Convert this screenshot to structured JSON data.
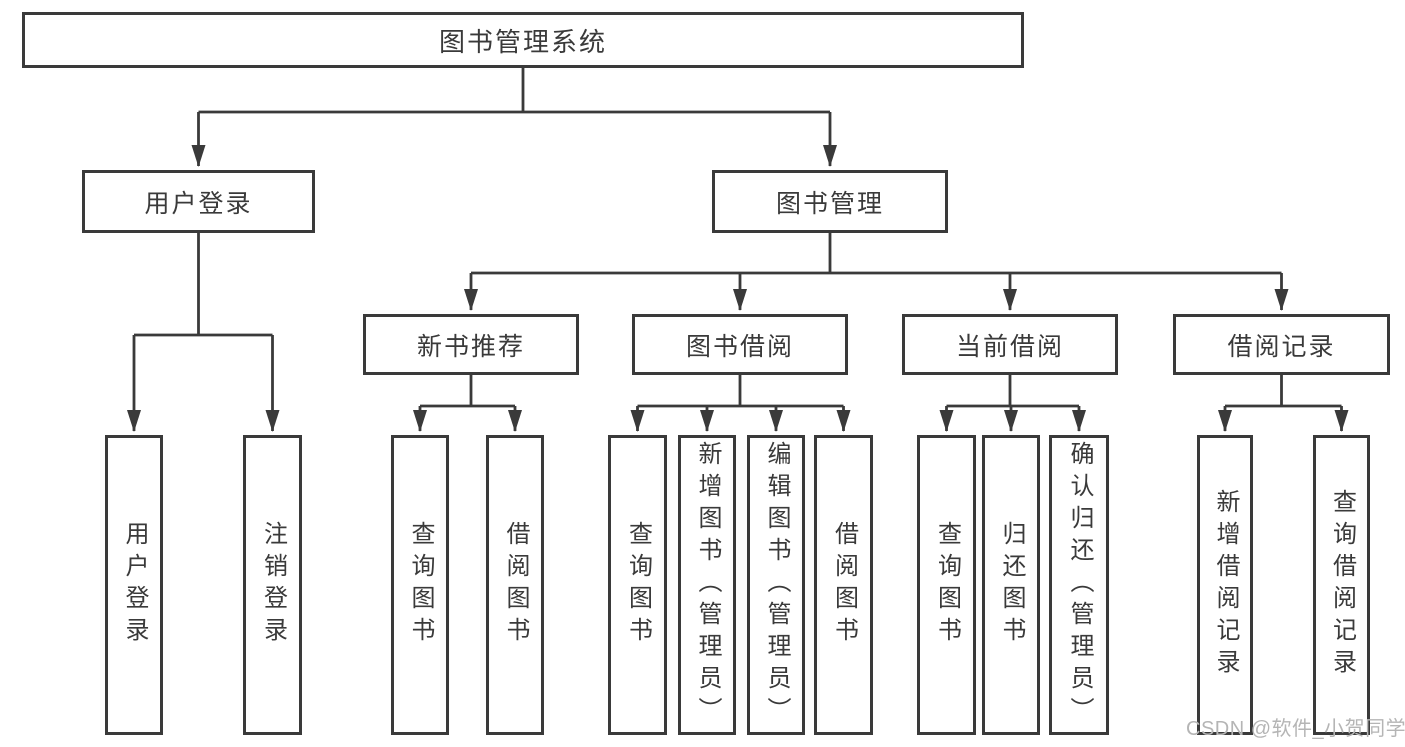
{
  "diagram": {
    "tree": {
      "label": "图书管理系统",
      "children": [
        {
          "label": "用户登录",
          "children": [
            {
              "label": "用户登录"
            },
            {
              "label": "注销登录"
            }
          ]
        },
        {
          "label": "图书管理",
          "children": [
            {
              "label": "新书推荐",
              "children": [
                {
                  "label": "查询图书"
                },
                {
                  "label": "借阅图书"
                }
              ]
            },
            {
              "label": "图书借阅",
              "children": [
                {
                  "label": "查询图书"
                },
                {
                  "label": "新增图书（管理员）"
                },
                {
                  "label": "编辑图书（管理员）"
                },
                {
                  "label": "借阅图书"
                }
              ]
            },
            {
              "label": "当前借阅",
              "children": [
                {
                  "label": "查询图书"
                },
                {
                  "label": "归还图书"
                },
                {
                  "label": "确认归还（管理员）"
                }
              ]
            },
            {
              "label": "借阅记录",
              "children": [
                {
                  "label": "新增借阅记录"
                },
                {
                  "label": "查询借阅记录"
                }
              ]
            }
          ]
        }
      ]
    },
    "watermark": {
      "text": "CSDN @软件_小贺同学"
    },
    "colors": {
      "line": "#3a3a3a",
      "text": "#3a3a3a",
      "box_background": "#ffffff",
      "watermark": "#b5b5b5",
      "page_background": "#ffffff"
    }
  }
}
